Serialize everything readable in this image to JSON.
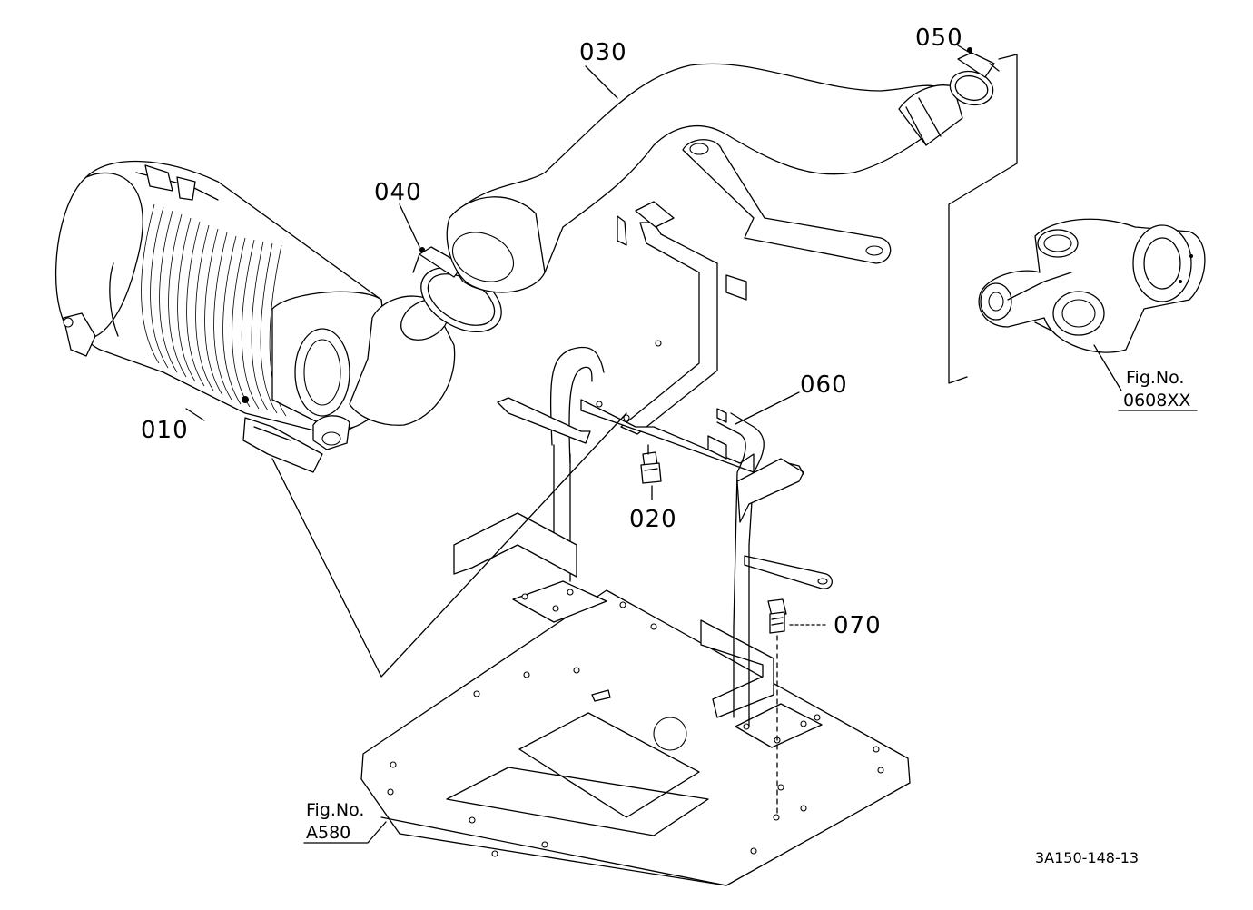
{
  "parts": [
    {
      "id": "010"
    },
    {
      "id": "020"
    },
    {
      "id": "030"
    },
    {
      "id": "040"
    },
    {
      "id": "050"
    },
    {
      "id": "060"
    },
    {
      "id": "070"
    }
  ],
  "figure_refs": {
    "turbo": {
      "label": "Fig.No.",
      "number": "0608XX"
    },
    "base": {
      "label": "Fig.No.",
      "number": "A580"
    }
  },
  "drawing_code": "3A150-148-13"
}
